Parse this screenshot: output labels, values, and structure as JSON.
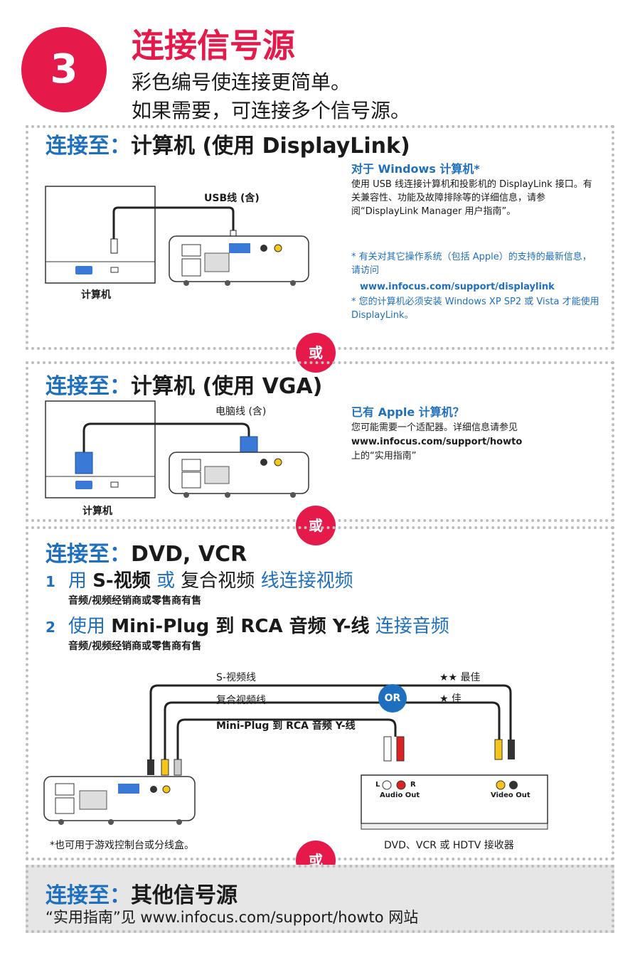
{
  "step": {
    "number": "3",
    "title": "连接信号源",
    "line1": "彩色编号使连接更简单。",
    "line2": "如果需要，可连接多个信号源。"
  },
  "or_label": "或",
  "s1": {
    "prefix": "连接至：",
    "title": "计算机 (使用 DisplayLink)",
    "cable": "USB线 (含)",
    "computer": "计算机",
    "win_head": "对于 Windows 计算机*",
    "win_body": "使用 USB 线连接计算机和投影机的 DisplayLink 接口。有关兼容性、功能及故障排除等的详细信息，请参阅“DisplayLink Manager 用户指南”。",
    "note1": "* 有关对其它操作系统（包括 Apple）的支持的最新信息，请访问",
    "note1_url": "www.infocus.com/support/displaylink",
    "note2": "* 您的计算机必须安装 Windows XP SP2 或 Vista 才能使用 DisplayLink。"
  },
  "s2": {
    "prefix": "连接至：",
    "title": "计算机 (使用 VGA)",
    "cable": "电脑线 (含)",
    "computer": "计算机",
    "apple_head": "已有 Apple 计算机？",
    "apple_line1": "您可能需要一个适配器。详细信息请参见",
    "apple_url": "www.infocus.com/support/howto",
    "apple_line3": "上的“实用指南”"
  },
  "s3": {
    "prefix": "连接至：",
    "title": "DVD, VCR",
    "step1_num": "1",
    "step1_a": "用",
    "step1_b": "S-视频",
    "step1_c": "或",
    "step1_d": "复合视频",
    "step1_e": "线连接视频",
    "step1_sub": "音频/视频经销商或零售商有售",
    "step2_num": "2",
    "step2_a": "使用",
    "step2_b": "Mini-Plug 到 RCA 音频 Y-线",
    "step2_c": "连接音频",
    "step2_sub": "音频/视频经销商或零售商有售",
    "cable_svideo": "S-视频线",
    "cable_comp": "复合视频线",
    "cable_audio": "Mini-Plug 到 RCA 音频 Y-线",
    "or_circle": "OR",
    "best": "★★  最佳",
    "good": "★  佳",
    "audio_out": "Audio Out",
    "video_out": "Video Out",
    "l": "L",
    "r": "R",
    "footnote": "*也可用于游戏控制台或分线盒。",
    "device": "DVD、VCR 或 HDTV 接收器"
  },
  "s4": {
    "prefix": "连接至：",
    "title": "其他信号源",
    "line": "“实用指南”见 www.infocus.com/support/howto  网站"
  }
}
